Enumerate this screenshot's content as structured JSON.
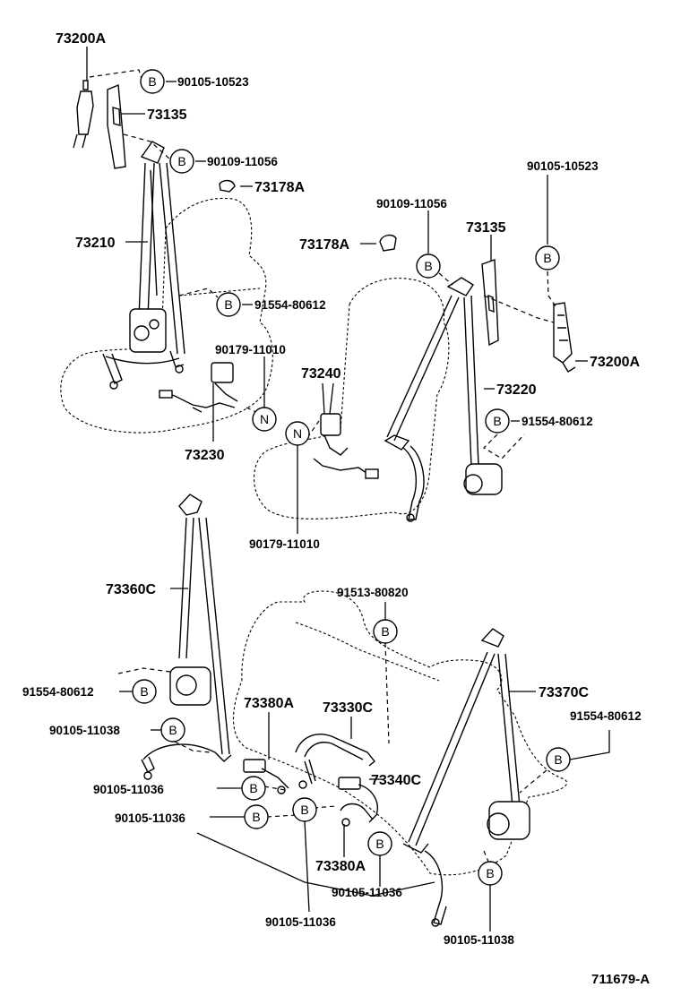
{
  "diagram": {
    "figure_number": "711679-A",
    "bolt_symbol": "B",
    "nut_symbol": "N",
    "labels": {
      "p73200A_top": "73200A",
      "p90105_10523_left": "90105-10523",
      "p73135_left": "73135",
      "p90109_11056_left": "90109-11056",
      "p73178A_left": "73178A",
      "p73210": "73210",
      "p91554_80612_left": "91554-80612",
      "p90179_11010_left": "90179-11010",
      "p73230": "73230",
      "p90105_10523_right": "90105-10523",
      "p90109_11056_right": "90109-11056",
      "p73135_right": "73135",
      "p73178A_right": "73178A",
      "p73200A_right": "73200A",
      "p73240": "73240",
      "p73220": "73220",
      "p91554_80612_right": "91554-80612",
      "p90179_11010_mid": "90179-11010",
      "p73360C": "73360C",
      "p91513_80820": "91513-80820",
      "p91554_80612_rearleft": "91554-80612",
      "p73380A_top": "73380A",
      "p73330C": "73330C",
      "p73370C": "73370C",
      "p91554_80612_rearright": "91554-80612",
      "p90105_11038_left": "90105-11038",
      "p90105_11036_a": "90105-11036",
      "p73340C": "73340C",
      "p90105_11036_b": "90105-11036",
      "p73380A_bottom": "73380A",
      "p90105_11036_c": "90105-11036",
      "p90105_11036_d": "90105-11036",
      "p90105_11038_right": "90105-11038"
    }
  }
}
